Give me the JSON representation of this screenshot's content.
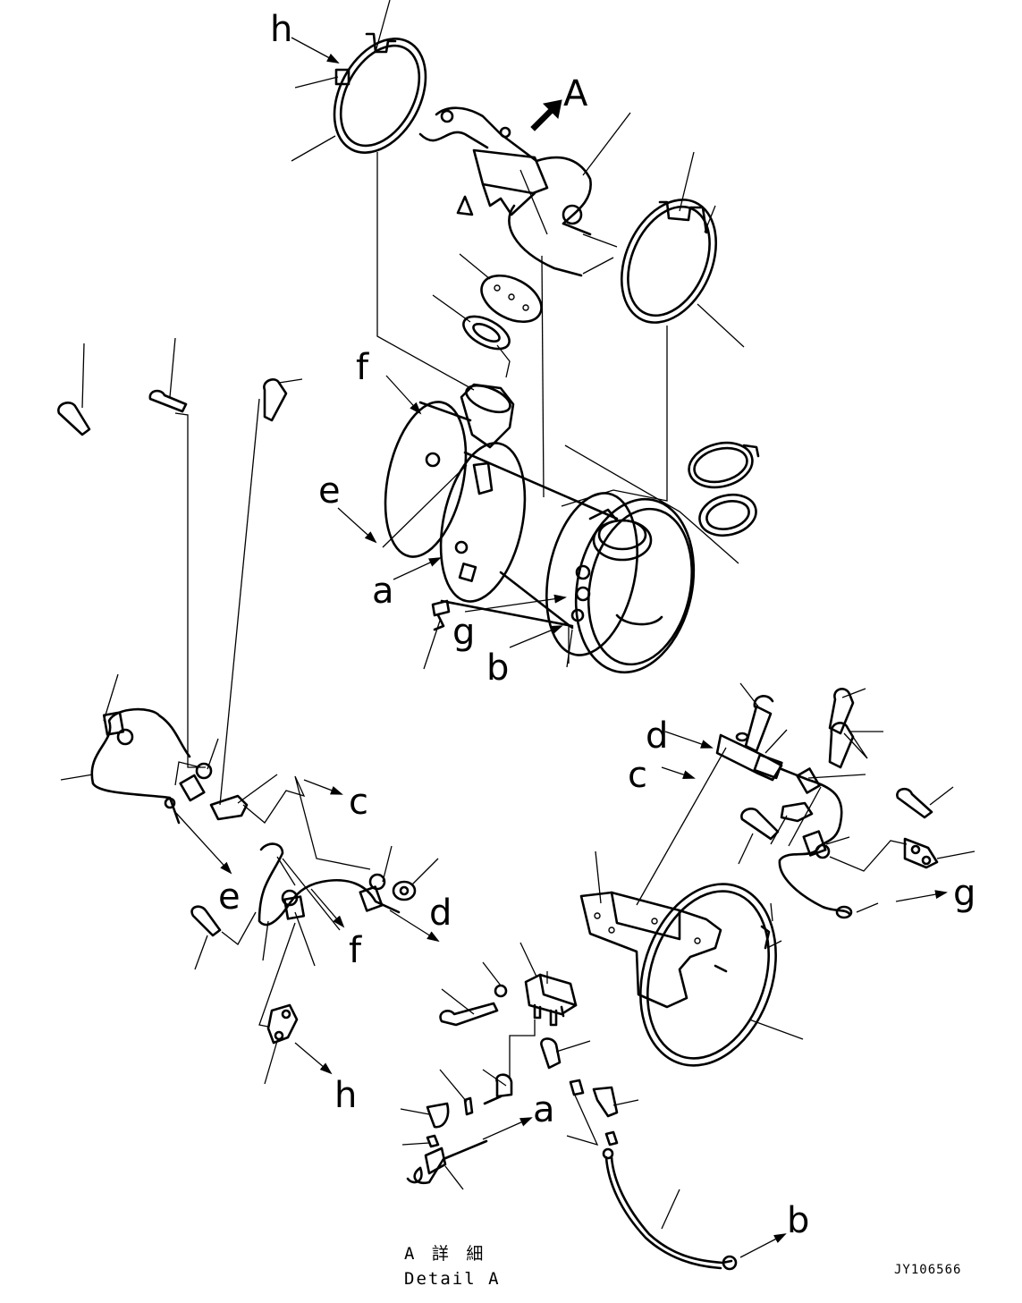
{
  "detail_view_label": "A",
  "caption": {
    "line1": "A 詳 細",
    "line2": "Detail A"
  },
  "document_id": "JY106566",
  "callouts": {
    "a": "a",
    "b": "b",
    "c": "c",
    "d": "d",
    "e": "e",
    "f": "f",
    "g": "g",
    "h": "h"
  },
  "colors": {
    "ink": "#000000",
    "paper": "#ffffff"
  }
}
